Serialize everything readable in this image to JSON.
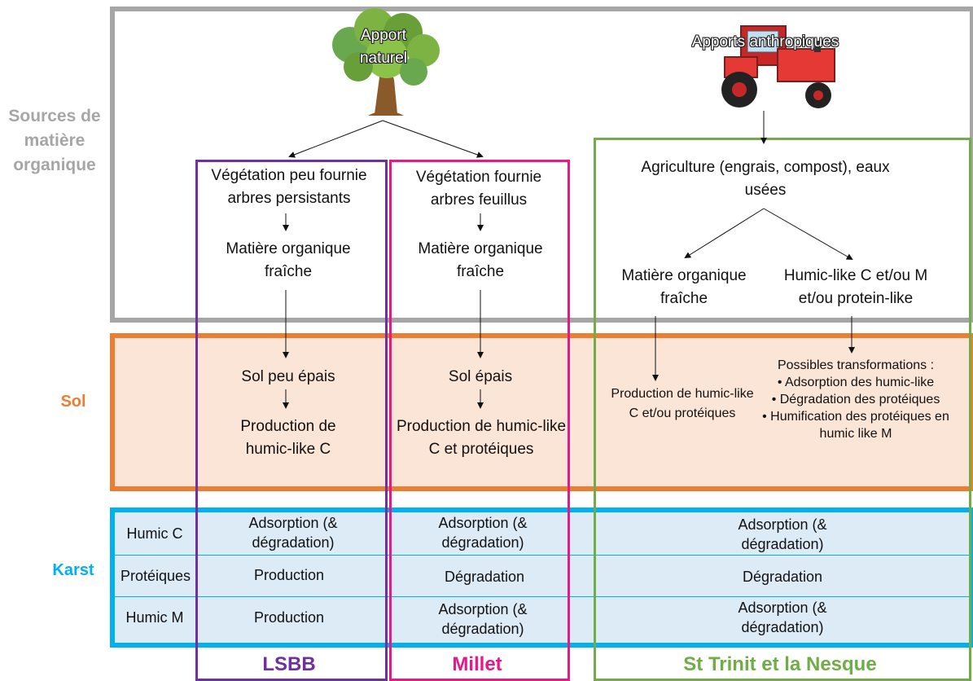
{
  "bands": {
    "sources": "Sources de matière organique",
    "sol": "Sol",
    "karst": "Karst"
  },
  "colors": {
    "sources_border": "#a6a6a6",
    "sol_border": "#ed7d31",
    "sol_fill": "#fbe5d6",
    "karst_border": "#00b0f0",
    "karst_fill": "#ddebf7",
    "lsbb": "#7030a0",
    "millet": "#e8178a",
    "trinit": "#70ad47"
  },
  "icons": {
    "tree": "tree-icon",
    "tractor": "tractor-icon"
  },
  "natural": {
    "title": "Apport naturel"
  },
  "anthropic": {
    "title": "Apports anthropiques"
  },
  "lsbb": {
    "vegetation": "Végétation peu fournie arbres persistants",
    "matter": "Matière organique fraîche",
    "soil": "Sol peu épais",
    "production": "Production de humic-like C",
    "name": "LSBB"
  },
  "millet": {
    "vegetation": "Végétation fournie arbres feuillus",
    "matter": "Matière organique fraîche",
    "soil": "Sol épais",
    "production": "Production de humic-like C et protéiques",
    "name": "Millet"
  },
  "trinit": {
    "agriculture": "Agriculture (engrais, compost), eaux usées",
    "fresh": "Matière organique fraîche",
    "humic": "Humic-like C et/ou M et/ou protein-like",
    "production": "Production de humic-like C et/ou protéiques",
    "transform_title": "Possibles transformations :",
    "transforms": [
      "Adsorption des humic-like",
      "Dégradation des protéiques",
      "Humification des protéiques en humic like M"
    ],
    "name": "St Trinit et la Nesque"
  },
  "karst_rows": {
    "labels": [
      "Humic C",
      "Protéiques",
      "Humic M"
    ],
    "lsbb": [
      "Adsorption (& dégradation)",
      "Production",
      "Production"
    ],
    "millet": [
      "Adsorption (& dégradation)",
      "Dégradation",
      "Adsorption (& dégradation)"
    ],
    "trinit": [
      "Adsorption (& dégradation)",
      "Dégradation",
      "Adsorption (& dégradation)"
    ]
  }
}
